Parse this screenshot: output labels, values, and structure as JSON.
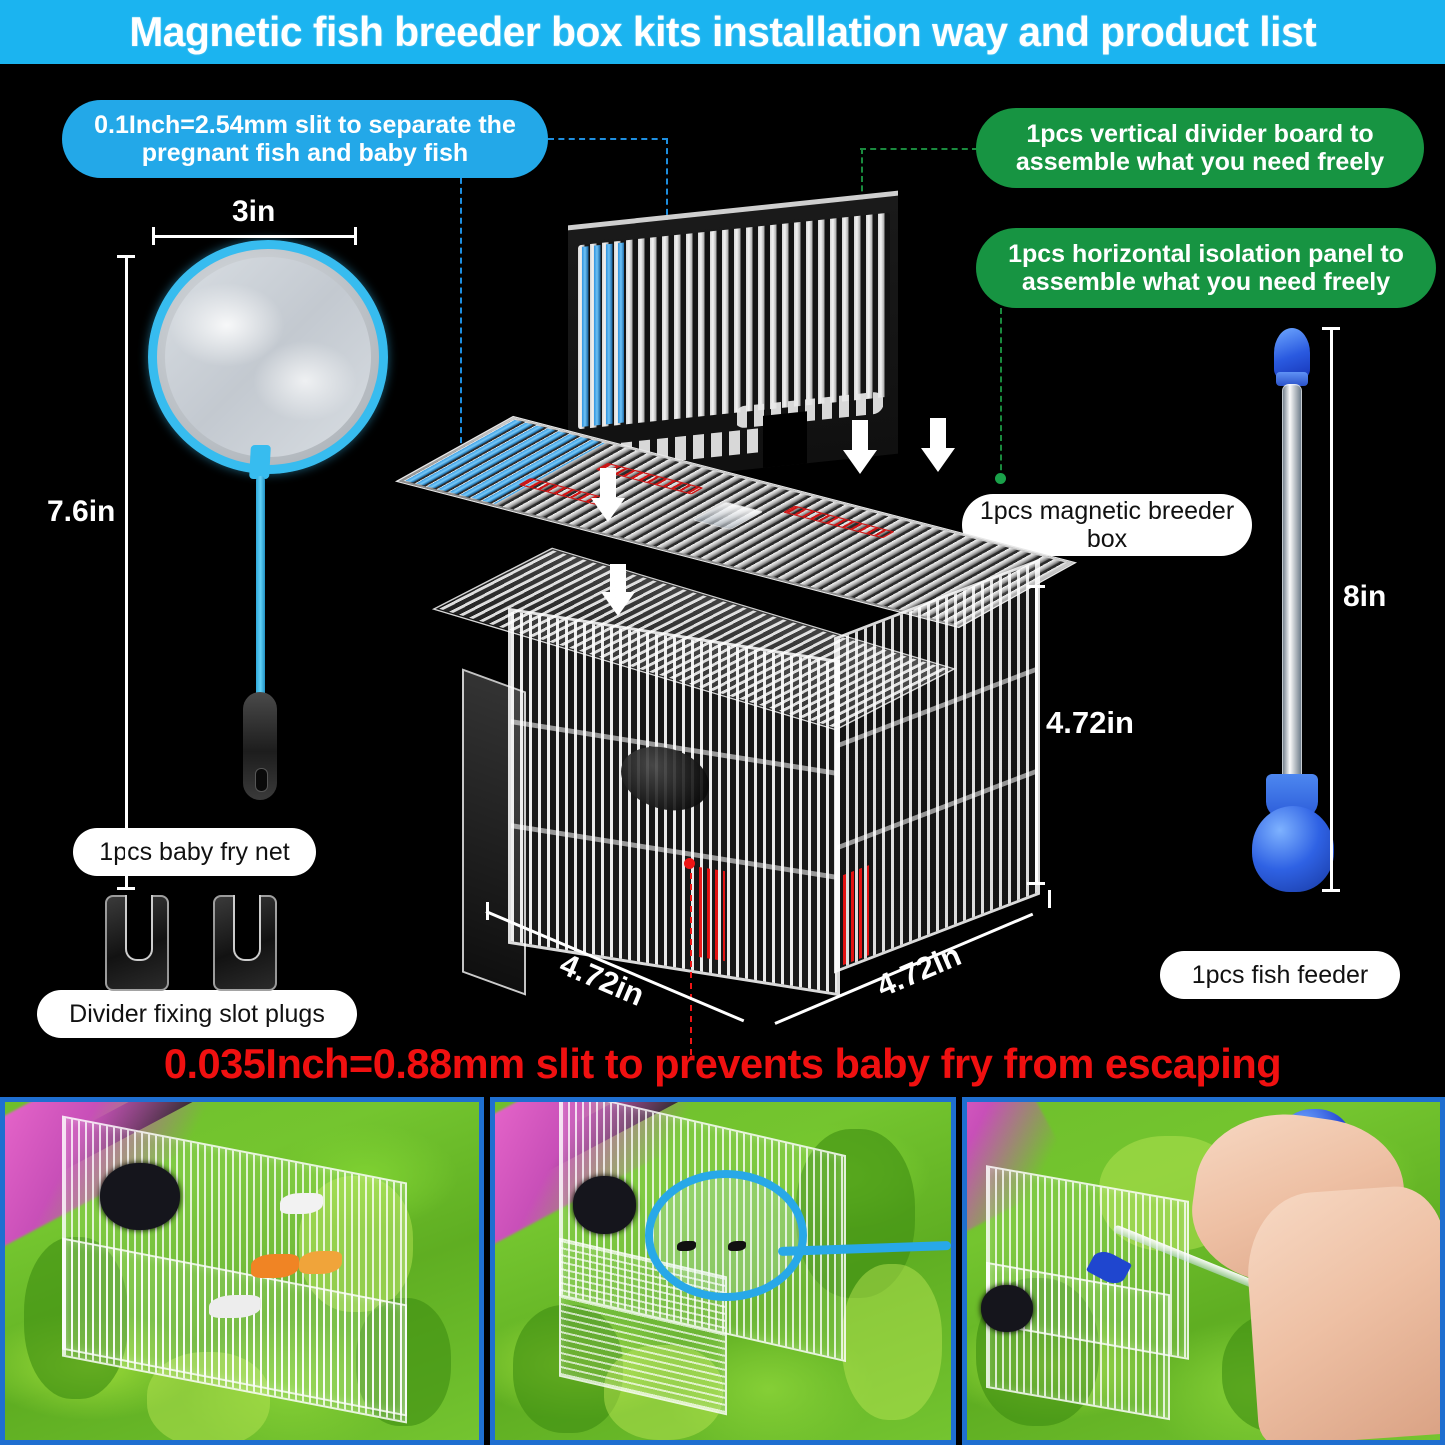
{
  "header": {
    "title": "Magnetic fish breeder box kits installation way and product list",
    "bg_color": "#1BB4F0",
    "text_color": "#FFFFFF"
  },
  "callouts": {
    "slit_separate": "0.1Inch=2.54mm slit to separate the pregnant fish and baby fish",
    "vertical_divider": "1pcs vertical divider board to assemble what you need freely",
    "horizontal_panel": "1pcs horizontal isolation panel to assemble what you need freely",
    "breeder_box": "1pcs magnetic breeder box",
    "baby_fry_net": "1pcs baby fry net",
    "slot_plugs": "Divider fixing slot plugs",
    "fish_feeder": "1pcs fish feeder"
  },
  "callout_colors": {
    "blue": "#23A8E8",
    "green": "#179442",
    "white": "#FFFFFF",
    "red": "#F01010"
  },
  "dimensions": {
    "net_width": "3in",
    "net_height": "7.6in",
    "box_height": "4.72in",
    "box_width_left": "4.72in",
    "box_width_right": "4.72in",
    "feeder_height": "8in"
  },
  "bottom_note": {
    "text": "0.035Inch=0.88mm slit to prevents baby fry from escaping",
    "color": "#F01010"
  },
  "photos": [
    {
      "caption": "breeder box installed in planted aquarium with guppies"
    },
    {
      "caption": "blue baby fry net scooping fry inside the breeder box"
    },
    {
      "caption": "hand squeezing blue bulb fish feeder into the breeder box"
    }
  ],
  "product_list": [
    "1pcs magnetic breeder box",
    "1pcs vertical divider board",
    "1pcs horizontal isolation panel",
    "1pcs baby fry net",
    "1pcs fish feeder",
    "Divider fixing slot plugs"
  ]
}
